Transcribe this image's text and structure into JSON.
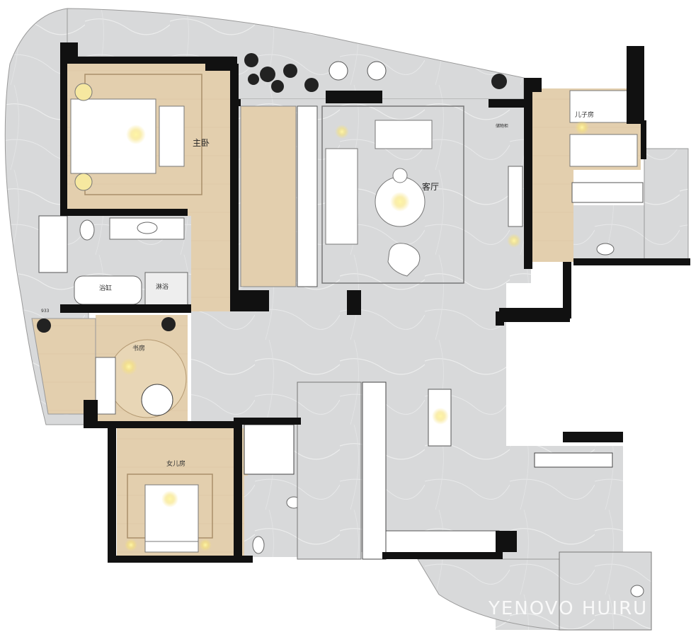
{
  "rooms": {
    "master_bedroom": "主卧",
    "living_room": "客厅",
    "son_room": "儿子房",
    "bathtub": "浴缸",
    "shower": "淋浴",
    "study": "书房",
    "daughter_room": "女儿房",
    "small_label": "储物柜",
    "dim_label": "933"
  },
  "watermark": "YENOVO HUIRU",
  "colors": {
    "wood": "#e3cfae",
    "stone": "#d9dadb",
    "wall": "#111111",
    "outline": "#8a8a8a",
    "light": "#f3e07a"
  }
}
